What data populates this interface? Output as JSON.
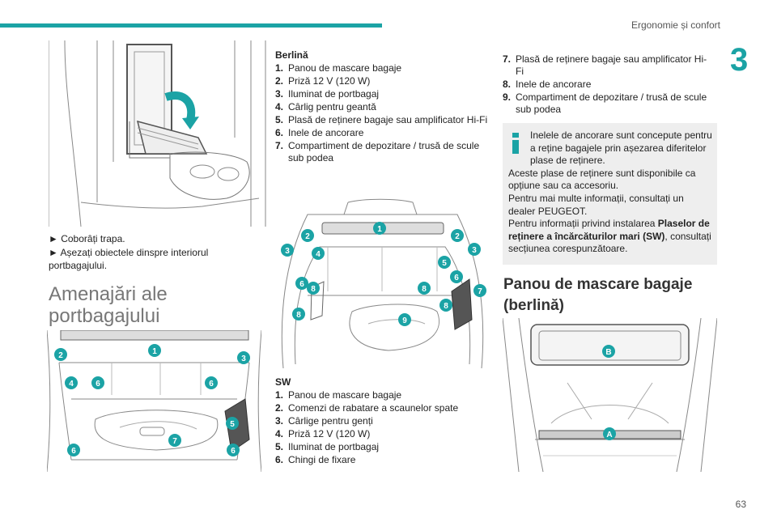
{
  "header": {
    "title": "Ergonomie și confort",
    "chapter": "3",
    "page_number": "63"
  },
  "left": {
    "steps": [
      "► Coborâți trapa.",
      "► Așezați obiectele dinspre interiorul portbagajului."
    ],
    "section_title": "Amenajări ale portbagajului",
    "figure_labels": [
      "1",
      "2",
      "3",
      "4",
      "5",
      "6",
      "6",
      "6",
      "6",
      "7"
    ]
  },
  "middle": {
    "berlina_title": "Berlină",
    "berlina_items": [
      {
        "n": "1.",
        "t": "Panou de mascare bagaje"
      },
      {
        "n": "2.",
        "t": "Priză 12 V (120 W)"
      },
      {
        "n": "3.",
        "t": "Iluminat de portbagaj"
      },
      {
        "n": "4.",
        "t": "Cârlig pentru geantă"
      },
      {
        "n": "5.",
        "t": "Plasă de reținere bagaje sau amplificator Hi-Fi"
      },
      {
        "n": "6.",
        "t": "Inele de ancorare"
      },
      {
        "n": "7.",
        "t": "Compartiment de depozitare / trusă de scule sub podea"
      }
    ],
    "figure_labels": [
      "1",
      "2",
      "2",
      "3",
      "3",
      "4",
      "5",
      "6",
      "6",
      "7",
      "8",
      "8",
      "8",
      "8",
      "9"
    ],
    "sw_title": "SW",
    "sw_items": [
      {
        "n": "1.",
        "t": "Panou de mascare bagaje"
      },
      {
        "n": "2.",
        "t": "Comenzi de rabatare a scaunelor spate"
      },
      {
        "n": "3.",
        "t": "Cârlige pentru genți"
      },
      {
        "n": "4.",
        "t": "Priză 12 V (120 W)"
      },
      {
        "n": "5.",
        "t": "Iluminat de portbagaj"
      },
      {
        "n": "6.",
        "t": "Chingi de fixare"
      }
    ]
  },
  "right": {
    "sw_items": [
      {
        "n": "7.",
        "t": "Plasă de reținere bagaje sau amplificator Hi-Fi"
      },
      {
        "n": "8.",
        "t": "Inele de ancorare"
      },
      {
        "n": "9.",
        "t": "Compartiment de depozitare / trusă de scule sub podea"
      }
    ],
    "info": {
      "icon": "info-icon",
      "line1": "Inelele de ancorare sunt concepute pentru a reține bagajele prin așezarea diferitelor plase de reținere.",
      "line2": "Aceste plase de reținere sunt disponibile ca opțiune sau ca accesoriu.",
      "line3": "Pentru mai multe informații, consultați un dealer PEUGEOT.",
      "line4_pre": "Pentru informații privind instalarea ",
      "line4_bold": "Plaselor de reținere a încărcăturilor mari (SW)",
      "line4_post": ", consultați secțiunea corespunzătoare."
    },
    "heading": "Panou de mascare bagaje (berlină)",
    "figure_labels": [
      "A",
      "B"
    ]
  },
  "colors": {
    "accent": "#1ba3a5",
    "box_bg": "#eeeeee"
  }
}
